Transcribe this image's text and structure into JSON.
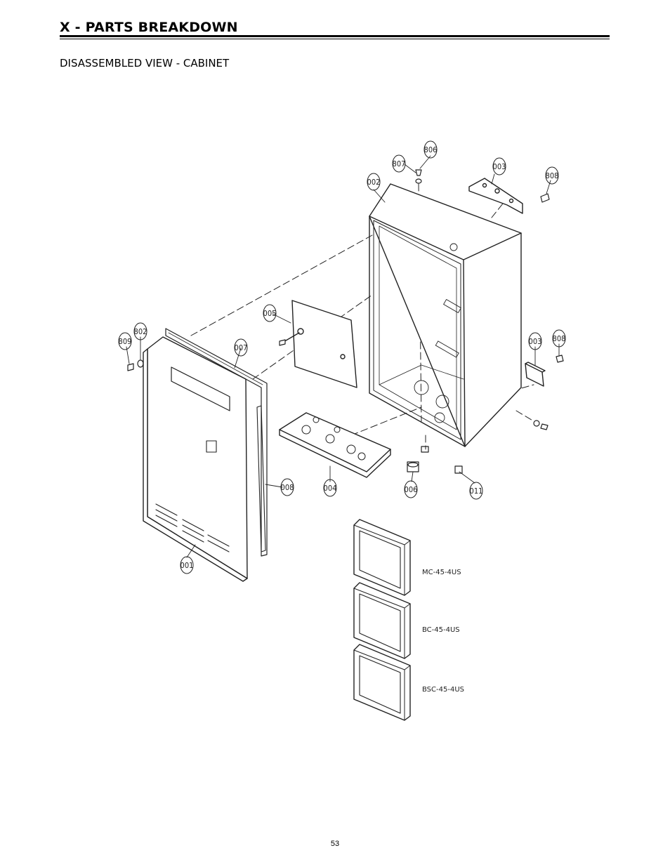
{
  "header": {
    "title": "X - PARTS BREAKDOWN"
  },
  "section": {
    "title": "DISASSEMBLED VIEW - CABINET"
  },
  "parts": {
    "p001": "001",
    "p002": "002",
    "p003a": "003",
    "p003b": "003",
    "p004": "004",
    "p005": "005",
    "p006": "006",
    "p007": "007",
    "p008": "008",
    "p011": "011",
    "p802": "802",
    "p806": "806",
    "p807": "807",
    "p808a": "808",
    "p808b": "808",
    "p809": "809"
  },
  "remotes": {
    "r1": "MC-45-4US",
    "r2": "BC-45-4US",
    "r3": "BSC-45-4US"
  },
  "footer": {
    "page_number": "53"
  }
}
